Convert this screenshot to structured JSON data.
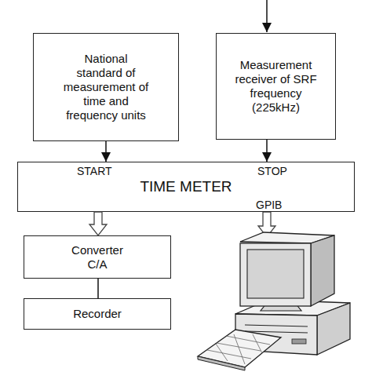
{
  "diagram": {
    "nodes": [
      {
        "text": [
          "National standard of measurement of time and frequency units"
        ]
      },
      {
        "text": [
          "Measurement receiver of SRF frequency (225kHz)"
        ]
      },
      {
        "text": [
          "TIME METER"
        ]
      },
      {
        "text": [
          "Converter C/A"
        ]
      },
      {
        "text": [
          "Recorder"
        ]
      }
    ],
    "edges": [
      {
        "from": 0,
        "to": 2,
        "arrow": "to"
      },
      {
        "from": 1,
        "to": 2,
        "arrow": "to"
      },
      {
        "from": 2,
        "to": 3,
        "arrow": "to"
      },
      {
        "from": 3,
        "to": 4,
        "arrow": "none"
      }
    ],
    "labels": [
      "START",
      "STOP",
      "GPIB"
    ]
  }
}
